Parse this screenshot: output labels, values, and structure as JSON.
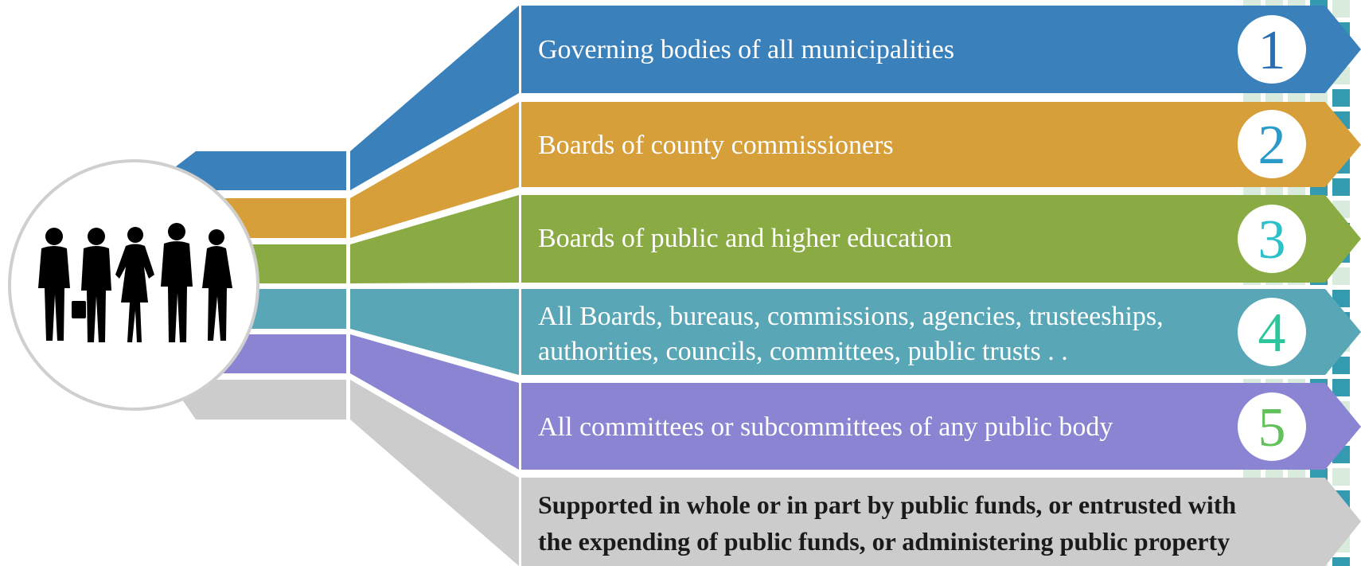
{
  "items": [
    {
      "text": "Governing bodies of all municipalities",
      "number": "1",
      "band_color": "#3a81bb",
      "number_color": "#2a6fb0"
    },
    {
      "text": "Boards of county commissioners",
      "number": "2",
      "band_color": "#d79f3a",
      "number_color": "#2a9ac9"
    },
    {
      "text": "Boards of public and higher education",
      "number": "3",
      "band_color": "#8aab43",
      "number_color": "#2cc0c9"
    },
    {
      "text_line1": "All Boards, bureaus, commissions, agencies, trusteeships,",
      "text_line2": "authorities, councils, committees, public trusts . .",
      "number": "4",
      "band_color": "#59a7b6",
      "number_color": "#2dc59b"
    },
    {
      "text": "All committees or subcommittees of any public body",
      "number": "5",
      "band_color": "#8a84d2",
      "number_color": "#62c15a"
    }
  ],
  "footer": {
    "line1": "Supported in whole or in part by public funds, or entrusted with",
    "line2": "the expending of public funds, or administering public property",
    "band_color": "#cccccc"
  },
  "icons": {
    "people": "business-people-silhouette-icon"
  },
  "decor_colors": {
    "teal": "#1d8fa6",
    "light_green": "#c9e3cf"
  }
}
